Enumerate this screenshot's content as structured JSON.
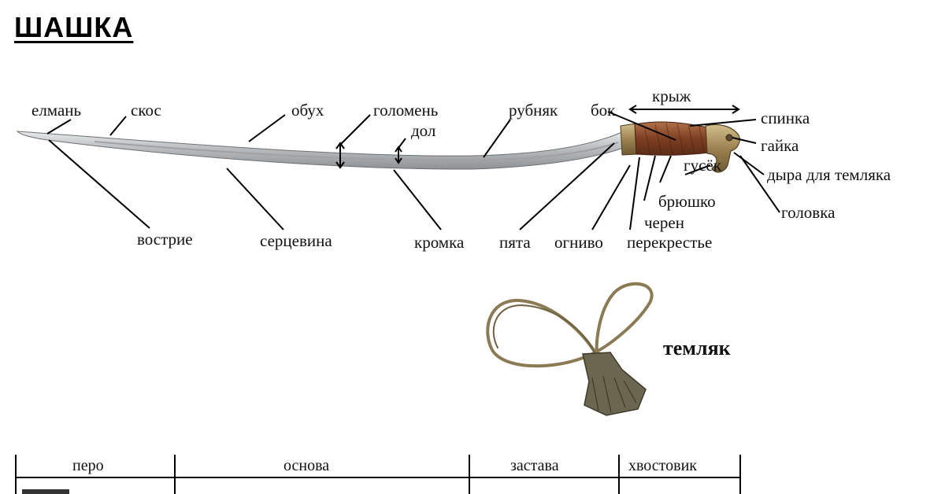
{
  "title": "ШАШКА",
  "labels": {
    "elman": "елмань",
    "skos": "скос",
    "obukh": "обух",
    "golomen": "голомень",
    "dol": "дол",
    "rubnyak": "рубняк",
    "bok": "бок",
    "kryzh": "крыж",
    "spinka": "спинка",
    "gayka": "гайка",
    "dyra": "дыра для темляка",
    "golovka": "головка",
    "gusyok": "гусёк",
    "bryushko": "брюшко",
    "cheren": "черен",
    "perekrestye": "перекрестье",
    "ognivo": "огниво",
    "pyata": "пята",
    "kromka": "кромка",
    "sercevina": "серцевина",
    "vostrie": "вострие"
  },
  "temlyak": "темляк",
  "segments": [
    "перо",
    "основа",
    "застава",
    "хвостовик"
  ],
  "colors": {
    "blade": "#c9ccce",
    "blade_dark": "#8d9193",
    "grip": "#8b4a2b",
    "brass": "#a58b55",
    "cord": "#9a8c6a"
  }
}
